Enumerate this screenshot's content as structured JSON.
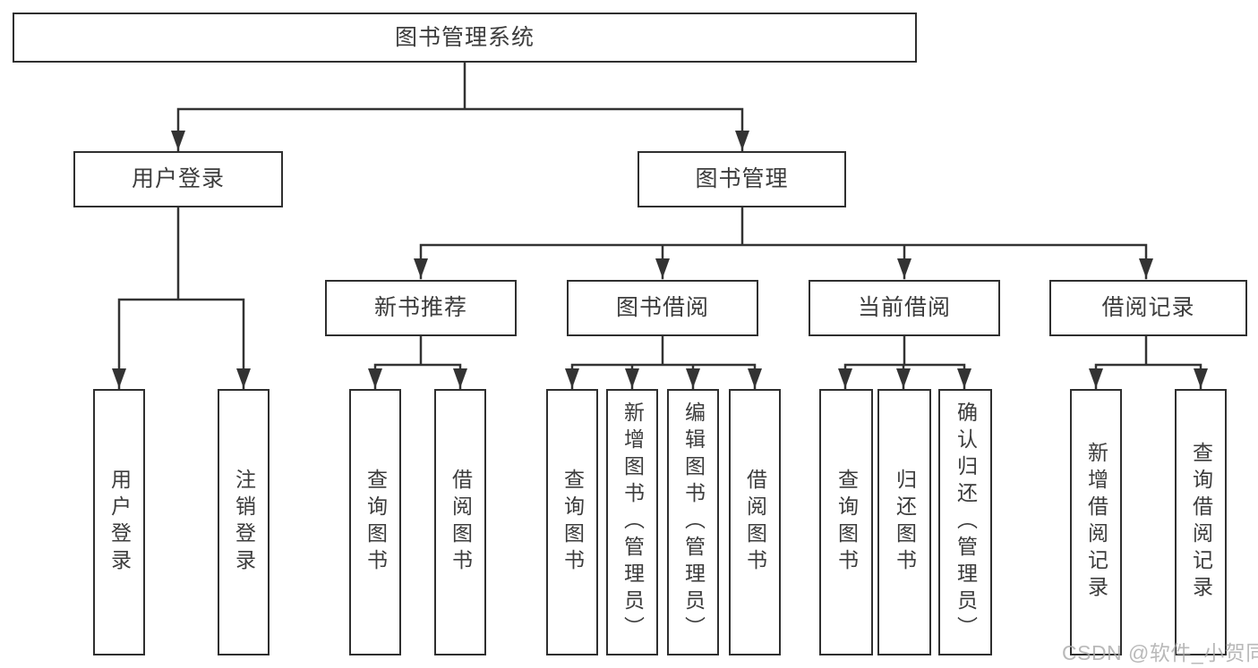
{
  "diagram": {
    "root": {
      "label": "图书管理系统"
    },
    "level2": [
      {
        "label": "用户登录"
      },
      {
        "label": "图书管理"
      }
    ],
    "level3": [
      {
        "label": "新书推荐",
        "parent": "图书管理"
      },
      {
        "label": "图书借阅",
        "parent": "图书管理"
      },
      {
        "label": "当前借阅",
        "parent": "图书管理"
      },
      {
        "label": "借阅记录",
        "parent": "图书管理"
      }
    ],
    "leaves": [
      {
        "label": "用户登录",
        "parent": "用户登录"
      },
      {
        "label": "注销登录",
        "parent": "用户登录"
      },
      {
        "label": "查询图书",
        "parent": "新书推荐"
      },
      {
        "label": "借阅图书",
        "parent": "新书推荐"
      },
      {
        "label": "查询图书",
        "parent": "图书借阅"
      },
      {
        "label": "新增图书（管理员）",
        "parent": "图书借阅"
      },
      {
        "label": "编辑图书（管理员）",
        "parent": "图书借阅"
      },
      {
        "label": "借阅图书",
        "parent": "图书借阅"
      },
      {
        "label": "查询图书",
        "parent": "当前借阅"
      },
      {
        "label": "归还图书",
        "parent": "当前借阅"
      },
      {
        "label": "确认归还（管理员）",
        "parent": "当前借阅"
      },
      {
        "label": "新增借阅记录",
        "parent": "借阅记录"
      },
      {
        "label": "查询借阅记录",
        "parent": "借阅记录"
      }
    ]
  },
  "watermark": {
    "text": "CSDN @软件_小贺同学"
  },
  "colors": {
    "line": "#333333",
    "box_border": "#2f2f2f",
    "text": "#3c3c3c",
    "background": "#ffffff",
    "watermark": "#a8a8a8"
  }
}
